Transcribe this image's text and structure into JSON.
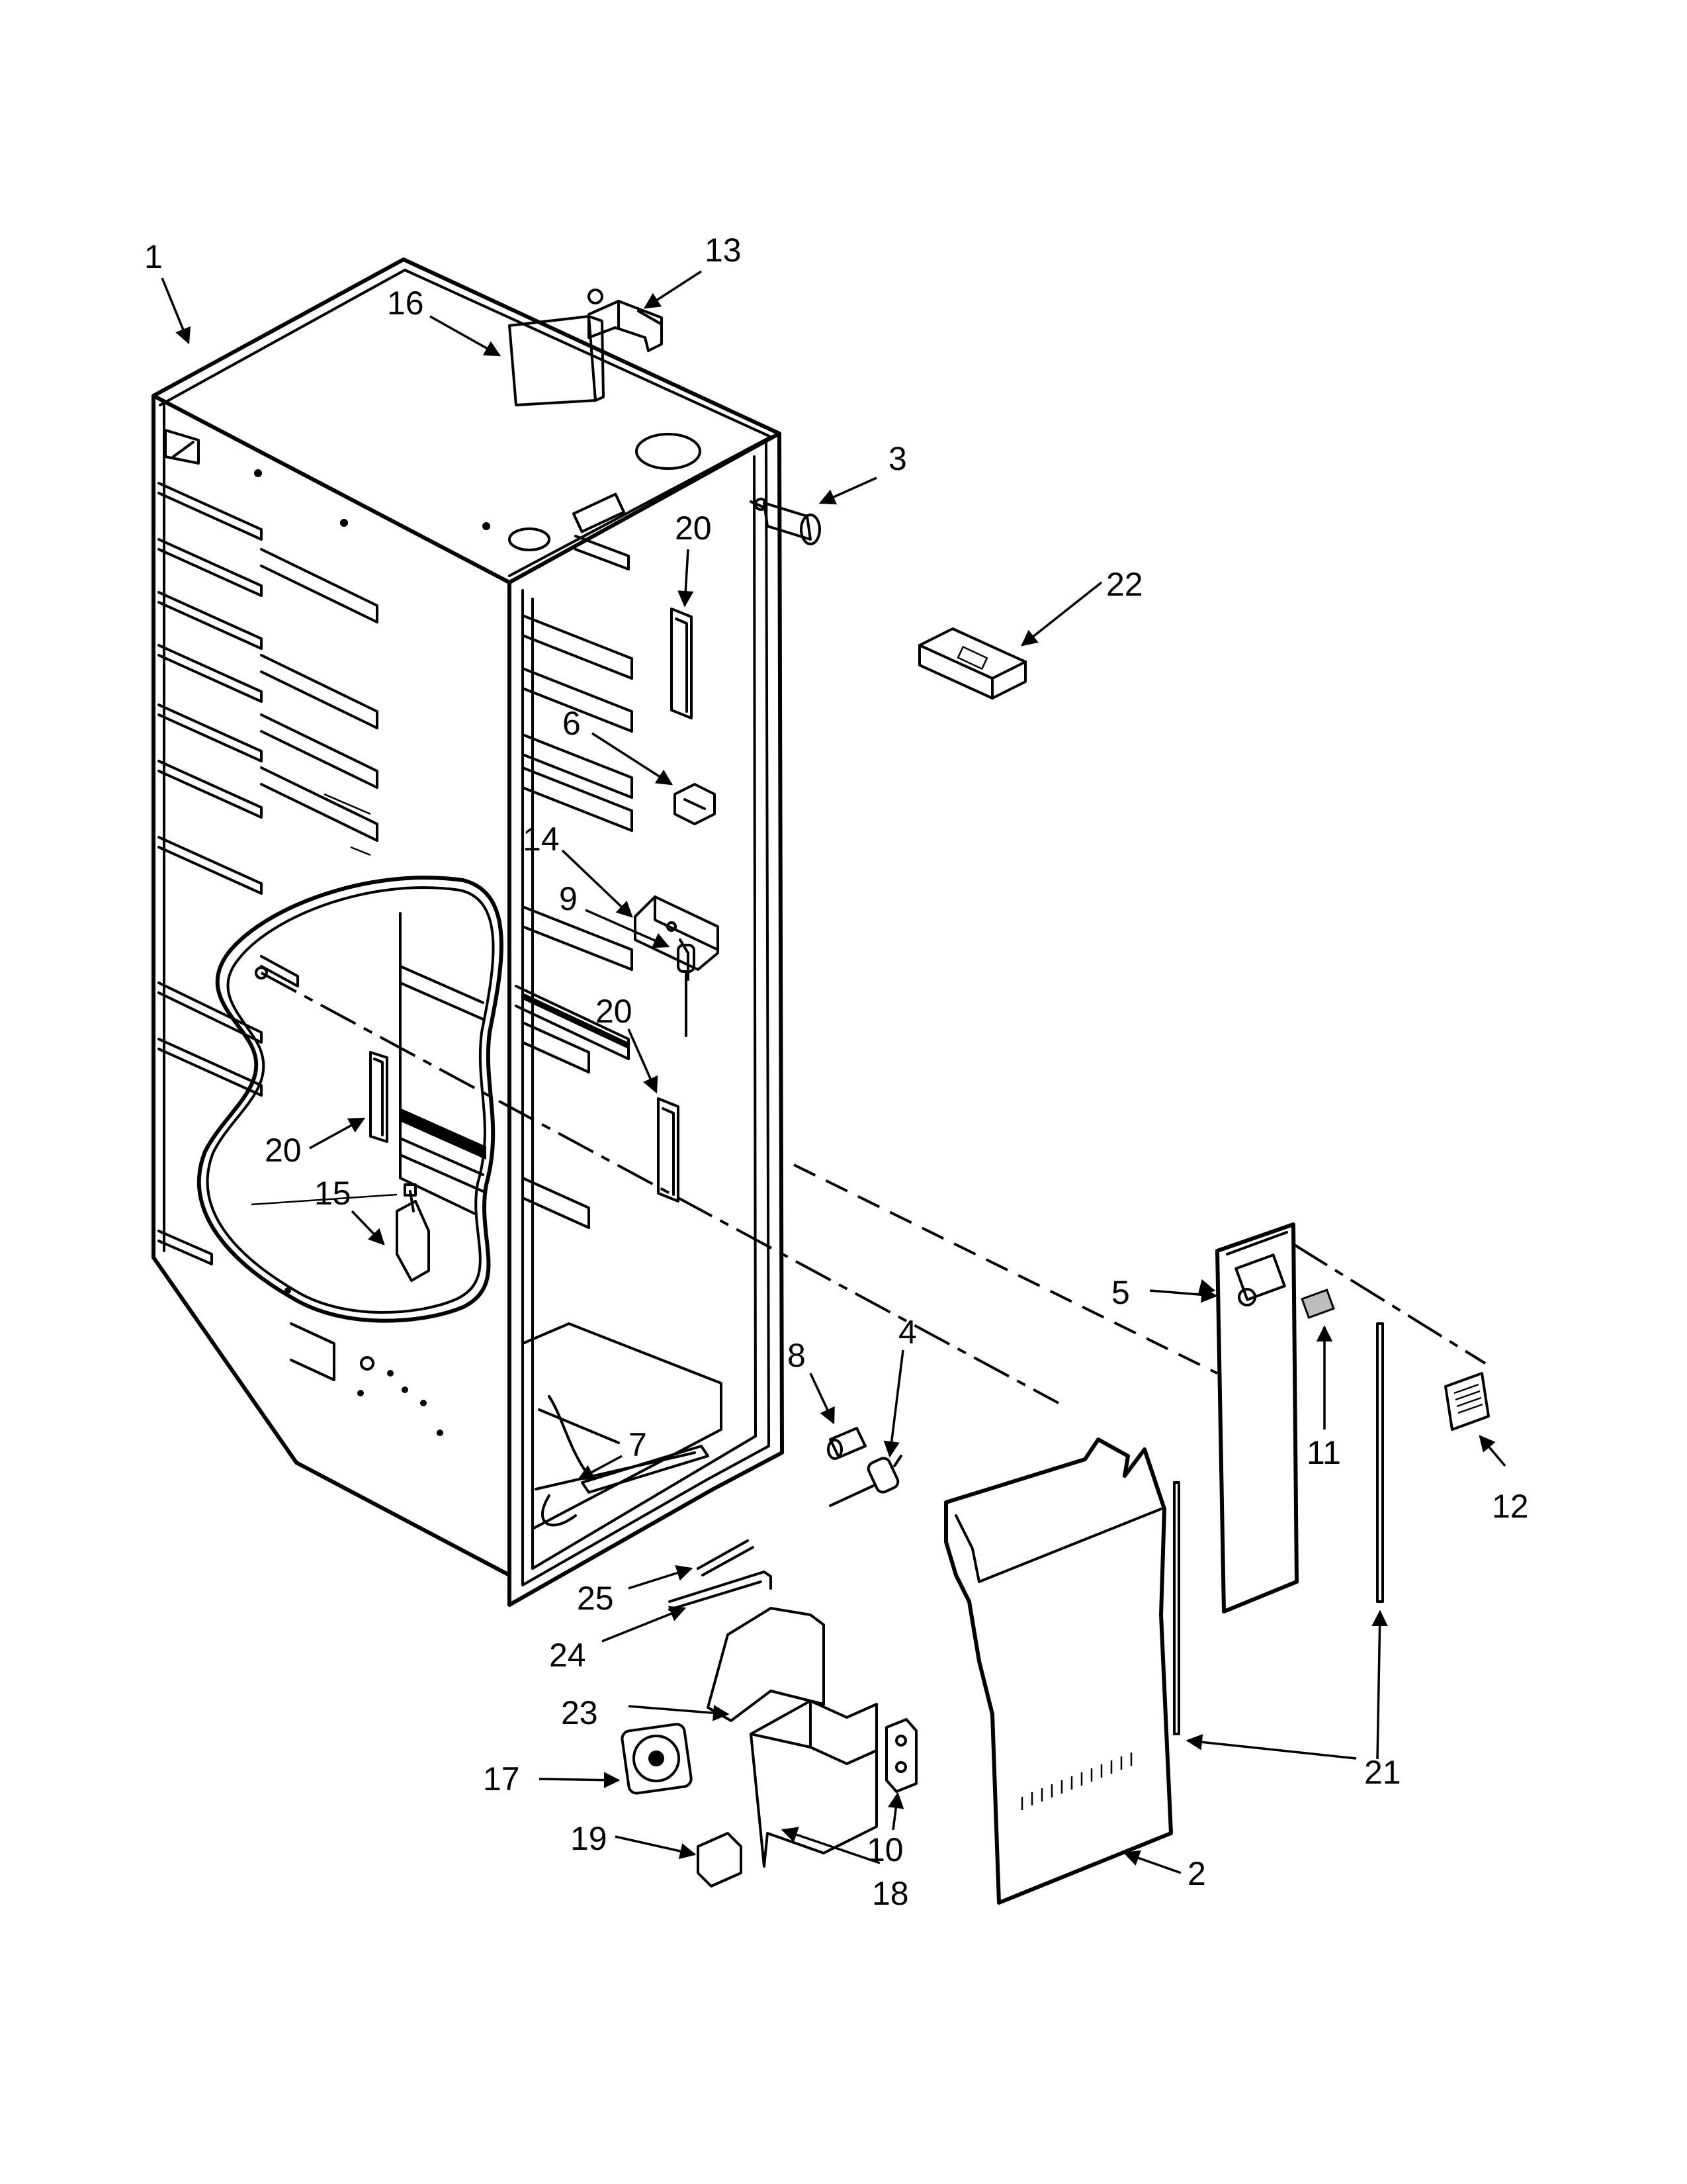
{
  "callouts": [
    {
      "id": "c1",
      "label": "1"
    },
    {
      "id": "c2",
      "label": "2"
    },
    {
      "id": "c3",
      "label": "3"
    },
    {
      "id": "c4",
      "label": "4"
    },
    {
      "id": "c5",
      "label": "5"
    },
    {
      "id": "c6",
      "label": "6"
    },
    {
      "id": "c7",
      "label": "7"
    },
    {
      "id": "c8",
      "label": "8"
    },
    {
      "id": "c9",
      "label": "9"
    },
    {
      "id": "c10",
      "label": "10"
    },
    {
      "id": "c11",
      "label": "11"
    },
    {
      "id": "c12",
      "label": "12"
    },
    {
      "id": "c13",
      "label": "13"
    },
    {
      "id": "c14",
      "label": "14"
    },
    {
      "id": "c15",
      "label": "15"
    },
    {
      "id": "c16",
      "label": "16"
    },
    {
      "id": "c17",
      "label": "17"
    },
    {
      "id": "c18",
      "label": "18"
    },
    {
      "id": "c19",
      "label": "19"
    },
    {
      "id": "c20a",
      "label": "20"
    },
    {
      "id": "c20b",
      "label": "20"
    },
    {
      "id": "c20c",
      "label": "20"
    },
    {
      "id": "c21",
      "label": "21"
    },
    {
      "id": "c22",
      "label": "22"
    },
    {
      "id": "c23",
      "label": "23"
    },
    {
      "id": "c24",
      "label": "24"
    },
    {
      "id": "c25",
      "label": "25"
    }
  ]
}
